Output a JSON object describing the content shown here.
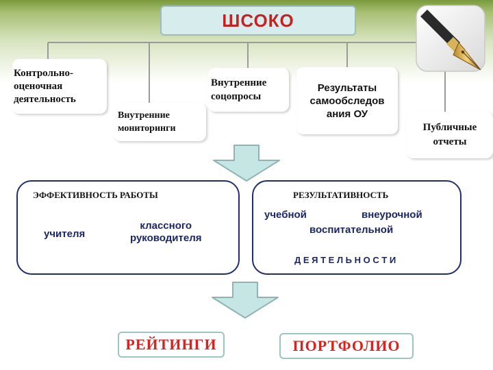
{
  "title": "ШСОКО",
  "sources": [
    {
      "lines": [
        "Контрольно-",
        "оценочная",
        "деятельность"
      ]
    },
    {
      "lines": [
        "Внутренние",
        "мониторинги"
      ]
    },
    {
      "lines": [
        "Внутренние",
        "соцопросы"
      ]
    },
    {
      "lines": [
        "Результаты",
        "самообследов",
        "ания ОУ"
      ]
    },
    {
      "lines": [
        "Публичные",
        "отчеты"
      ]
    }
  ],
  "effectiveness": {
    "title": "ЭФФЕКТИВНОСТЬ РАБОТЫ",
    "teacher": "учителя",
    "class_teacher": [
      "классного",
      "руководителя"
    ]
  },
  "results": {
    "title": "РЕЗУЛЬТАТИВНОСТЬ",
    "academic": "учебной",
    "extracurricular": "внеурочной",
    "educational": "воспитательной",
    "activity": "Д Е Я Т Е Л Ь Н О С Т И"
  },
  "outputs": {
    "ratings": "РЕЙТИНГИ",
    "portfolio": "ПОРТФОЛИО"
  },
  "colors": {
    "title_red": "#c42222",
    "panel_border": "#1f2d6b",
    "arrow_fill": "#c6e6e6",
    "arrow_stroke": "#8fb3b3",
    "output_red": "#d6231f"
  },
  "icons": {
    "pen": "fountain-pen-icon"
  }
}
